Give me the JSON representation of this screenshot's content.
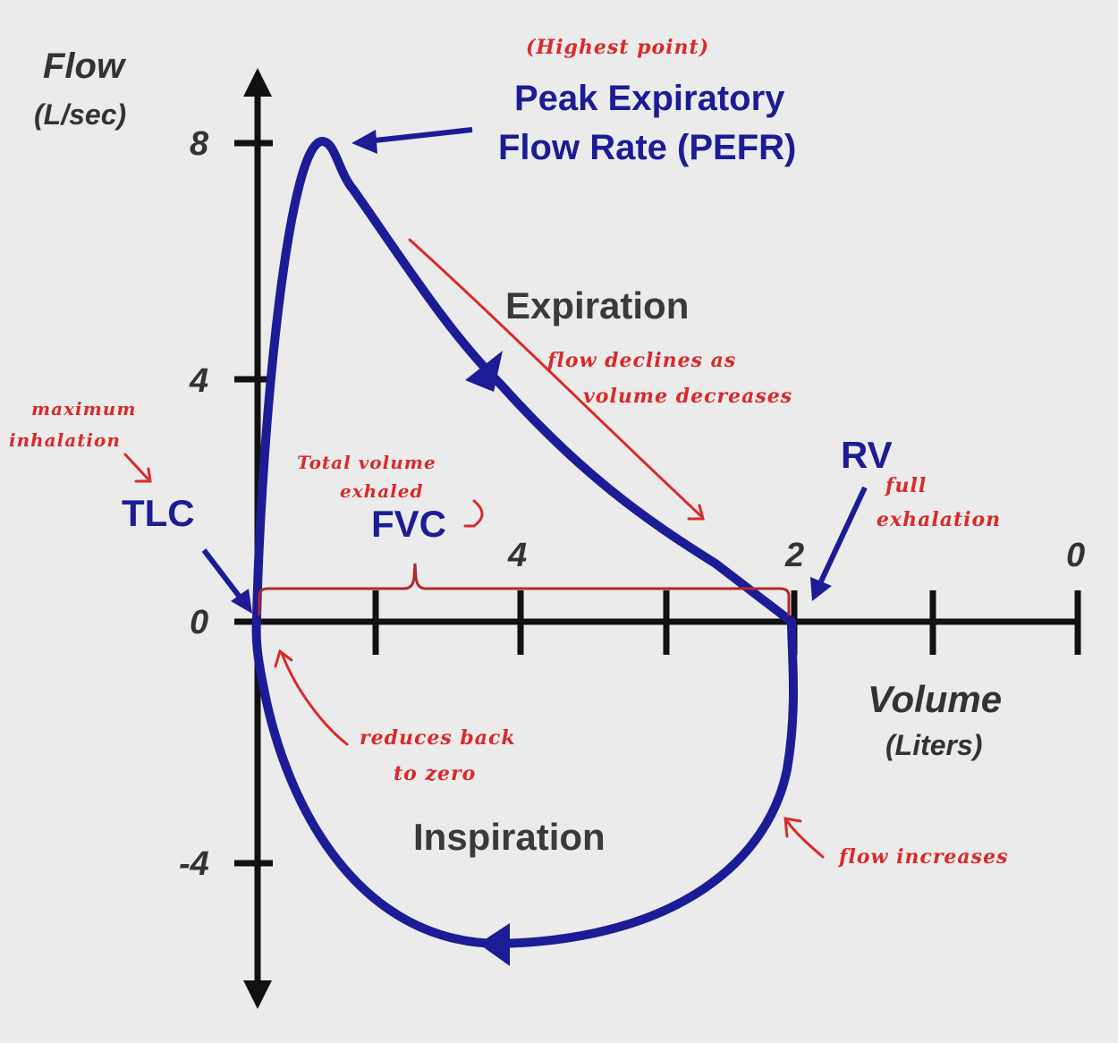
{
  "axes": {
    "y_title": "Flow",
    "y_unit": "(L/sec)",
    "x_title": "Volume",
    "x_unit": "(Liters)",
    "y_ticks": [
      "8",
      "4",
      "0",
      "-4"
    ],
    "x_ticks": [
      "4",
      "2",
      "0"
    ]
  },
  "labels": {
    "pefr_line1": "Peak Expiratory",
    "pefr_line2": "Flow Rate (PEFR)",
    "expiration": "Expiration",
    "inspiration": "Inspiration",
    "tlc": "TLC",
    "fvc": "FVC",
    "rv": "RV"
  },
  "annotations": {
    "highest_point": "(Highest point)",
    "flow_declines_1": "flow declines as",
    "flow_declines_2": "volume decreases",
    "max_inhalation_1": "maximum",
    "max_inhalation_2": "inhalation",
    "total_volume_1": "Total volume",
    "total_volume_2": "exhaled",
    "full_exhalation_1": "full",
    "full_exhalation_2": "exhalation",
    "reduces_1": "reduces back",
    "reduces_2": "to zero",
    "flow_increases": "flow increases"
  },
  "colors": {
    "curve": "#1c1c96",
    "annotation": "#d92a2a",
    "axis": "#111111"
  }
}
